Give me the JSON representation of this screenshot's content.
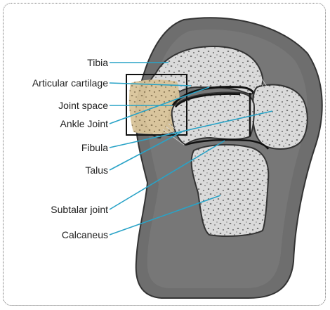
{
  "labels": {
    "tibia": "Tibia",
    "articular_cartilage": "Articular cartilage",
    "joint_space": "Joint space",
    "ankle_joint": "Ankle Joint",
    "fibula": "Fibula",
    "talus": "Talus",
    "subtalar_joint": "Subtalar joint",
    "calcaneus": "Calcaneus"
  },
  "colors": {
    "tissue": "#6e6e6e",
    "bone": "#d9d9d9",
    "cartilage": "#d9c49a",
    "leader_line": "#29a3c7"
  }
}
